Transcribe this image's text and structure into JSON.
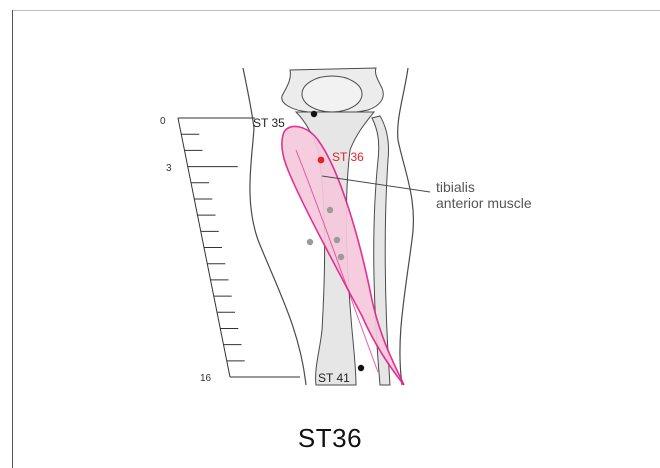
{
  "ruler": {
    "labels": [
      "0",
      "3",
      "16"
    ]
  },
  "points": {
    "st35": "ST 35",
    "st36": "ST 36",
    "st41": "ST 41"
  },
  "muscle_label": {
    "line1": "tibialis",
    "line2": "anterior muscle"
  },
  "caption": "ST36",
  "colors": {
    "muscle_outline": "#e0218a",
    "muscle_fill": "#f6c9dc",
    "highlight_point": "#e8202a",
    "bone_fill": "#ececec",
    "outline": "#4a4a4a"
  }
}
